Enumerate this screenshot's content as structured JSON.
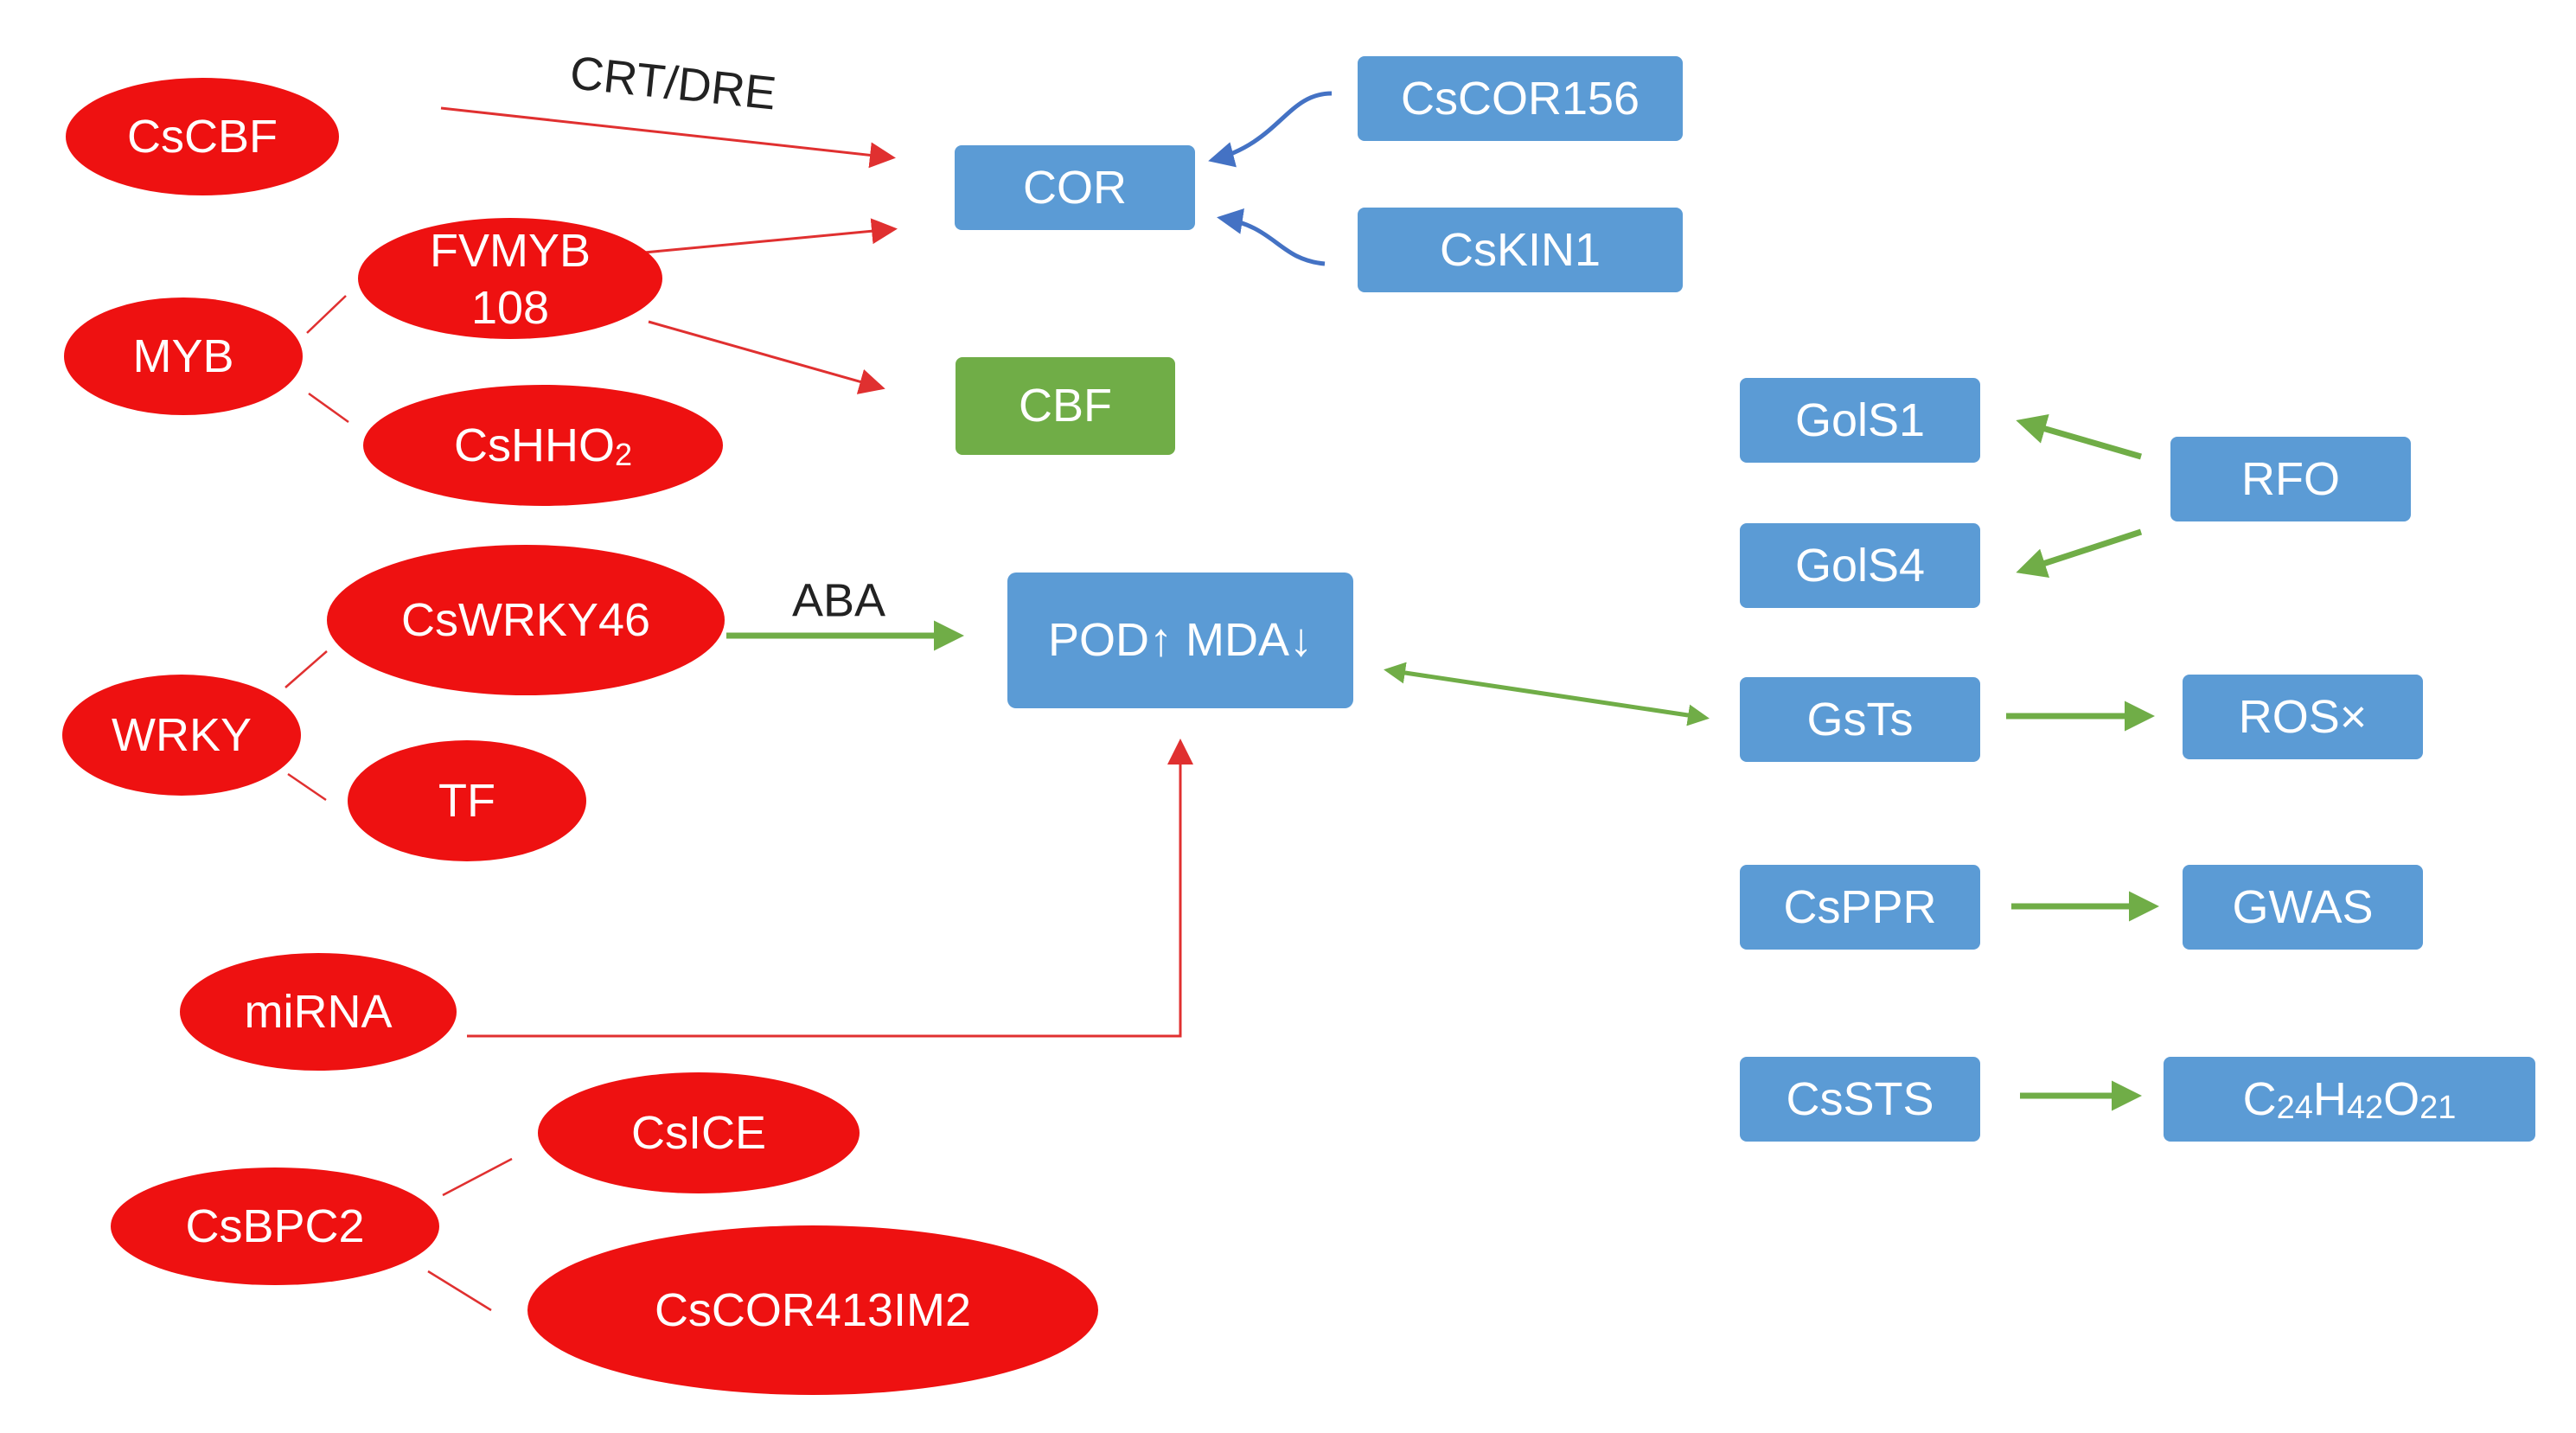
{
  "colors": {
    "gene_fill": "#ee1111",
    "process_fill": "#5b9bd5",
    "cbf_fill": "#70ad47",
    "red_arrow": "#e03030",
    "green_arrow": "#70ad47",
    "blue_arrow": "#4472c4",
    "connector": "#e03030"
  },
  "nodes": {
    "cscbf": "CsCBF",
    "myb": "MYB",
    "fvmyb108_l1": "FVMYB",
    "fvmyb108_l2": "108",
    "cshho2_base": "CsHHO",
    "cshho2_sub": "2",
    "wrky": "WRKY",
    "cswrky46": "CsWRKY46",
    "tf": "TF",
    "mirna": "miRNA",
    "csbpc2": "CsBPC2",
    "csice": "CsICE",
    "cscor413im2": "CsCOR413IM2",
    "cor": "COR",
    "cscor156": "CsCOR156",
    "cskin1": "CsKIN1",
    "cbf": "CBF",
    "pod_mda": "POD↑ MDA↓",
    "gols1": "GolS1",
    "gols4": "GolS4",
    "rfo": "RFO",
    "gsts": "GsTs",
    "rosx": "ROS×",
    "csppr": "CsPPR",
    "gwas": "GWAS",
    "cssts": "CsSTS",
    "formula": [
      "C",
      "24",
      "H",
      "42",
      "O",
      "21"
    ]
  },
  "edge_labels": {
    "crt_dre": "CRT/DRE",
    "aba": "ABA"
  }
}
